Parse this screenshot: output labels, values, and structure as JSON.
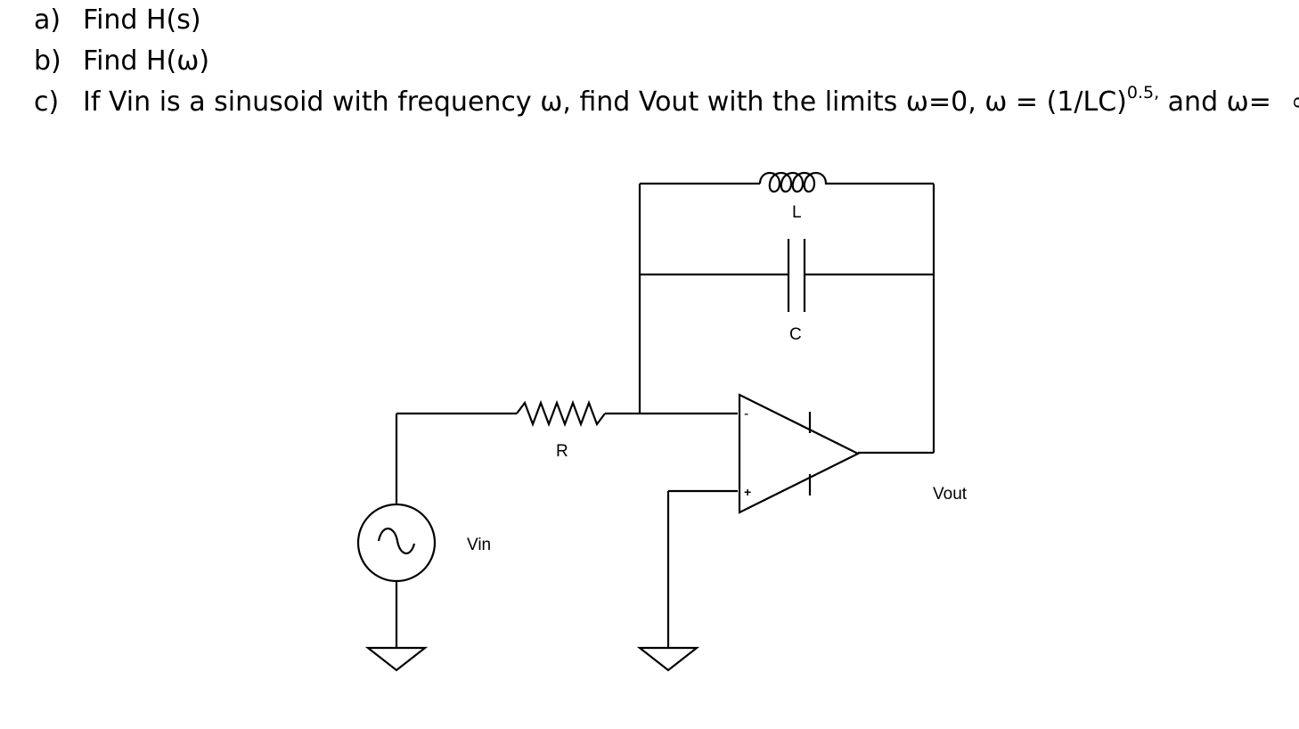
{
  "questions": [
    {
      "marker": "a)",
      "text": "Find H(s)"
    },
    {
      "marker": "b)",
      "text": "Find H(ω)"
    },
    {
      "marker": "c)",
      "text_before": "If Vin is a sinusoid with frequency ω, find Vout with the limits ω=0, ω = (1/LC)",
      "superscript": "0.5,",
      "text_after": " and ω=",
      "text_end": "∞."
    }
  ],
  "circuit": {
    "components": {
      "inductor_label": "L",
      "capacitor_label": "C",
      "resistor_label": "R",
      "source_label": "Vin",
      "output_label": "Vout",
      "opamp_minus": "-",
      "opamp_plus": "+"
    },
    "icons": [
      "ac-source-icon",
      "ground-icon",
      "resistor-icon",
      "inductor-icon",
      "capacitor-icon",
      "op-amp-icon"
    ]
  }
}
